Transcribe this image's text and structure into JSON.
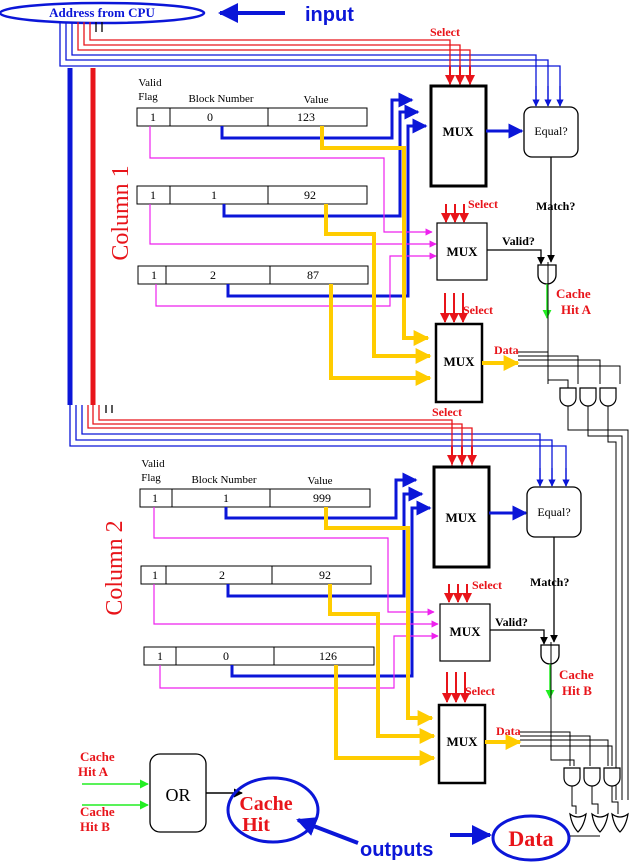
{
  "labels": {
    "address": "Address from CPU",
    "input": "input",
    "outputs": "outputs",
    "column1": "Column 1",
    "column2": "Column 2",
    "select": "Select",
    "mux": "MUX",
    "equal": "Equal?",
    "match": "Match?",
    "valid": "Valid?",
    "data": "Data",
    "cache_hit_a_1": "Cache",
    "cache_hit_a_2": "Hit A",
    "cache_hit_b_1": "Cache",
    "cache_hit_b_2": "Hit B",
    "or": "OR",
    "cache_hit_out_1": "Cache",
    "cache_hit_out_2": "Hit",
    "data_out": "Data",
    "valid_flag_1": "Valid",
    "valid_flag_2": "Flag",
    "block_number": "Block Number",
    "value": "Value"
  },
  "column1": {
    "rows": [
      {
        "valid": "1",
        "block": "0",
        "value": "123"
      },
      {
        "valid": "1",
        "block": "1",
        "value": "92"
      },
      {
        "valid": "1",
        "block": "2",
        "value": "87"
      }
    ]
  },
  "column2": {
    "rows": [
      {
        "valid": "1",
        "block": "1",
        "value": "999"
      },
      {
        "valid": "1",
        "block": "2",
        "value": "92"
      },
      {
        "valid": "1",
        "block": "0",
        "value": "126"
      }
    ]
  },
  "colors": {
    "blue": "#0b16d8",
    "red": "#e8141a",
    "magenta": "#ee22ee",
    "gold": "#ffcc00",
    "green": "#22ee22",
    "black": "#000000"
  }
}
